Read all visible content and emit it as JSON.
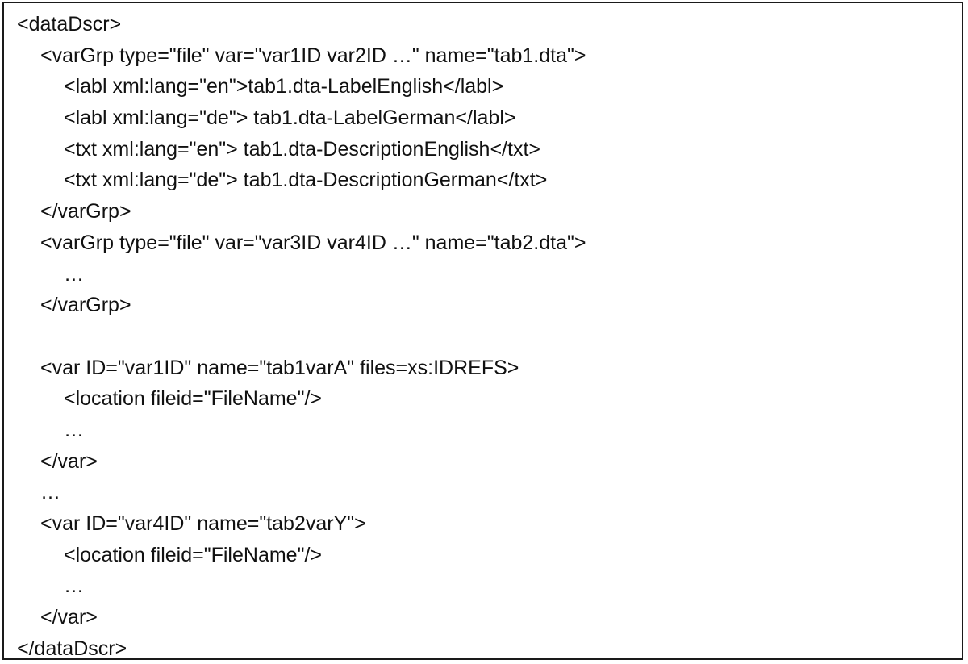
{
  "lines": [
    {
      "indent": 0,
      "text": "<dataDscr>"
    },
    {
      "indent": 1,
      "text": "<varGrp type=\"file\" var=\"var1ID var2ID …\" name=\"tab1.dta\">"
    },
    {
      "indent": 2,
      "text": "<labl xml:lang=\"en\">tab1.dta-LabelEnglish</labl>"
    },
    {
      "indent": 2,
      "text": "<labl xml:lang=\"de\"> tab1.dta-LabelGerman</labl>"
    },
    {
      "indent": 2,
      "text": "<txt xml:lang=\"en\"> tab1.dta-DescriptionEnglish</txt>"
    },
    {
      "indent": 2,
      "text": "<txt xml:lang=\"de\"> tab1.dta-DescriptionGerman</txt>"
    },
    {
      "indent": 1,
      "text": "</varGrp>"
    },
    {
      "indent": 1,
      "text": "<varGrp type=\"file\" var=\"var3ID var4ID …\" name=\"tab2.dta\">"
    },
    {
      "indent": 2,
      "text": "…"
    },
    {
      "indent": 1,
      "text": "</varGrp>"
    },
    {
      "indent": 0,
      "text": ""
    },
    {
      "indent": 1,
      "text": "<var ID=\"var1ID\" name=\"tab1varA\" files=xs:IDREFS>"
    },
    {
      "indent": 2,
      "text": "<location fileid=\"FileName\"/>"
    },
    {
      "indent": 2,
      "text": "…"
    },
    {
      "indent": 1,
      "text": "</var>"
    },
    {
      "indent": 1,
      "text": "…"
    },
    {
      "indent": 1,
      "text": "<var ID=\"var4ID\" name=\"tab2varY\">"
    },
    {
      "indent": 2,
      "text": "<location fileid=\"FileName\"/>"
    },
    {
      "indent": 2,
      "text": "…"
    },
    {
      "indent": 1,
      "text": "</var>"
    },
    {
      "indent": 0,
      "text": "</dataDscr>"
    }
  ]
}
